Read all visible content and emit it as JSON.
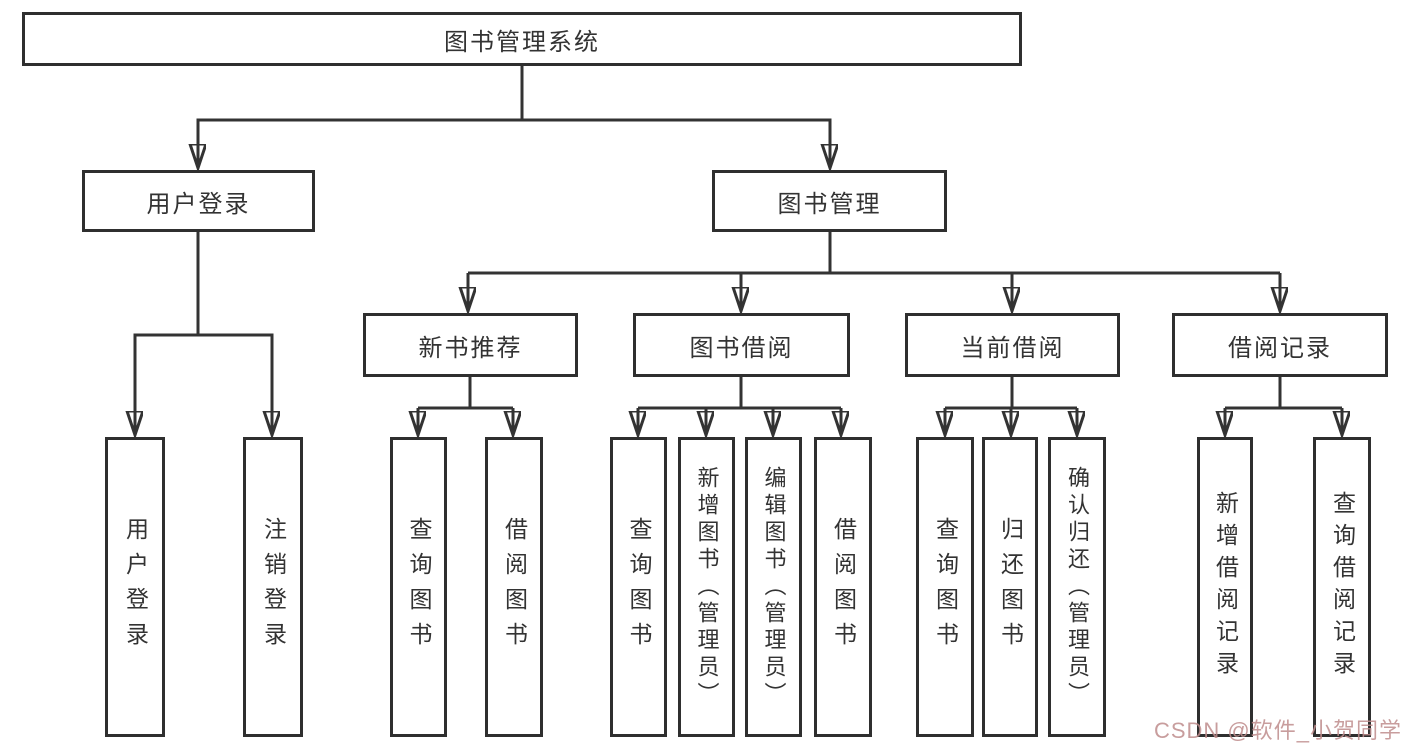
{
  "diagram": {
    "root": {
      "label": "图书管理系统"
    },
    "branches": [
      {
        "label": "用户登录",
        "children": [
          {
            "label": "用户登录"
          },
          {
            "label": "注销登录"
          }
        ]
      },
      {
        "label": "图书管理",
        "children": [
          {
            "label": "新书推荐",
            "children": [
              {
                "label": "查询图书"
              },
              {
                "label": "借阅图书"
              }
            ]
          },
          {
            "label": "图书借阅",
            "children": [
              {
                "label": "查询图书"
              },
              {
                "label": "新增图书（管理员）"
              },
              {
                "label": "编辑图书（管理员）"
              },
              {
                "label": "借阅图书"
              }
            ]
          },
          {
            "label": "当前借阅",
            "children": [
              {
                "label": "查询图书"
              },
              {
                "label": "归还图书"
              },
              {
                "label": "确认归还（管理员）"
              }
            ]
          },
          {
            "label": "借阅记录",
            "children": [
              {
                "label": "新增借阅记录"
              },
              {
                "label": "查询借阅记录"
              }
            ]
          }
        ]
      }
    ]
  },
  "watermark": {
    "text": "CSDN @软件_小贺同学",
    "color": "#be8c8c"
  },
  "colors": {
    "line": "#333333",
    "box_border": "#2f2f2f",
    "text": "#333333",
    "background": "#ffffff"
  }
}
